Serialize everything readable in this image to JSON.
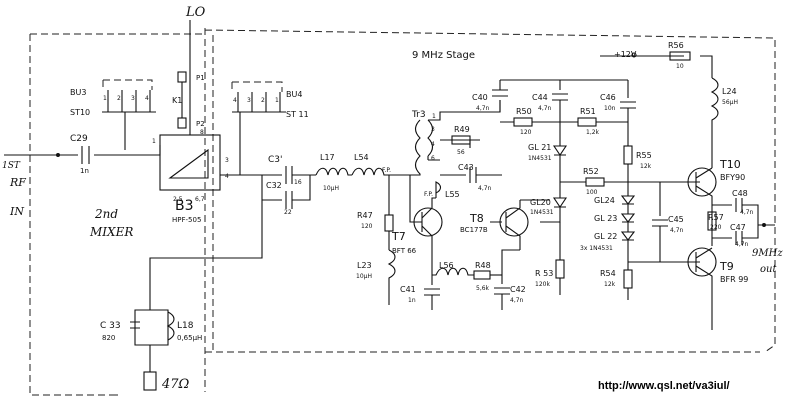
{
  "stage_title": "9 MHz Stage",
  "mixer": {
    "ref": "B3",
    "type": "HPF-505",
    "pins": {
      "p1": "1",
      "p3": "3",
      "p4": "4",
      "p8": "8",
      "p256": "2,5",
      "p67": "6,7"
    }
  },
  "hand_labels": {
    "lo": "LO",
    "rf_prefix": "1ST",
    "rf": "RF",
    "rf_in": "IN",
    "mixer_line1": "2nd",
    "mixer_line2": "MIXER",
    "load": "47Ω",
    "if_out": "9MHz",
    "out": "out"
  },
  "connectors": {
    "left_bu": "BU3",
    "left_st": "ST10",
    "right_bu": "BU4",
    "right_st": "ST 11",
    "k1": "K1",
    "p1": "P1",
    "p2": "P2",
    "pins": [
      "1",
      "2",
      "3",
      "4"
    ]
  },
  "components": {
    "c29": {
      "ref": "C29",
      "value": "1n"
    },
    "c31": {
      "ref": "C3'",
      "value": "16"
    },
    "c32": {
      "ref": "C32",
      "value": "22"
    },
    "l17": {
      "ref": "L17",
      "value": "10µH"
    },
    "l54": {
      "ref": "L54",
      "value": "F.P."
    },
    "c33": {
      "ref": "C 33",
      "value": "820"
    },
    "l18": {
      "ref": "L18",
      "value": "0,65µH"
    },
    "r47": {
      "ref": "R47",
      "value": "120"
    },
    "l23": {
      "ref": "L23",
      "value": "10µH"
    },
    "c41": {
      "ref": "C41",
      "value": "1n"
    },
    "l55": {
      "ref": "L55",
      "value": "F.P."
    },
    "l56": {
      "ref": "L56"
    },
    "r48": {
      "ref": "R48",
      "value": "5,6k"
    },
    "c42": {
      "ref": "C42",
      "value": "4,7n"
    },
    "r49": {
      "ref": "R49",
      "value": "56"
    },
    "c40": {
      "ref": "C40",
      "value": "4,7n"
    },
    "c43": {
      "ref": "C43",
      "value": "4,7n"
    },
    "tr3": {
      "ref": "Tr3"
    },
    "r50": {
      "ref": "R50",
      "value": "120"
    },
    "c44": {
      "ref": "C44",
      "value": "4,7n"
    },
    "r51": {
      "ref": "R51",
      "value": "1,2k"
    },
    "c46": {
      "ref": "C46",
      "value": "10n"
    },
    "gl21": {
      "ref": "GL 21",
      "value": "1N4531"
    },
    "gl20": {
      "ref": "GL20",
      "value": "1N4531"
    },
    "r52": {
      "ref": "R52",
      "value": "100"
    },
    "r55": {
      "ref": "R55",
      "value": "12k"
    },
    "gl24": {
      "ref": "GL24"
    },
    "gl23": {
      "ref": "GL 23"
    },
    "gl22": {
      "ref": "GL 22",
      "value": "3x 1N4531"
    },
    "r53": {
      "ref": "R 53",
      "value": "120k"
    },
    "r54": {
      "ref": "R54",
      "value": "12k"
    },
    "c45": {
      "ref": "C45",
      "value": "4,7n"
    },
    "r56": {
      "ref": "R56",
      "value": "10"
    },
    "l24": {
      "ref": "L24",
      "value": "56µH"
    },
    "r57": {
      "ref": "R57",
      "value": "220"
    },
    "c48": {
      "ref": "C48",
      "value": "4,7n"
    },
    "c47": {
      "ref": "C47",
      "value": "4,7n"
    }
  },
  "transistors": {
    "t7": {
      "ref": "T7",
      "type": "BFT 66"
    },
    "t8": {
      "ref": "T8",
      "type": "BC177B"
    },
    "t9": {
      "ref": "T9",
      "type": "BFR 99"
    },
    "t10": {
      "ref": "T10",
      "type": "BFY90"
    }
  },
  "supply": "+12V",
  "transformer_pins": [
    "1",
    "3",
    "4",
    "6"
  ],
  "url": "http://www.qsl.net/va3iul/"
}
